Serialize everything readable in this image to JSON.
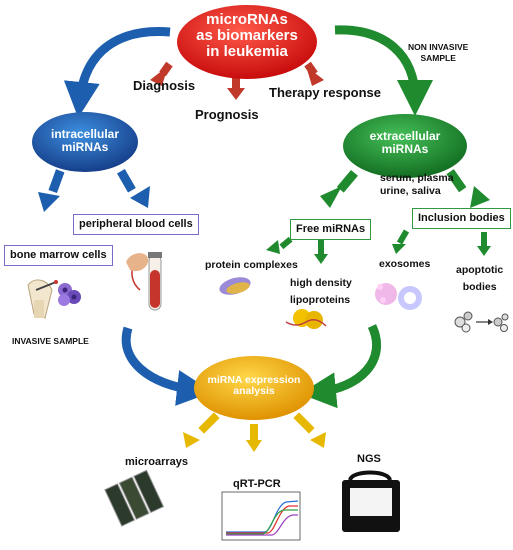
{
  "title": "microRNAs as biomarkers in leukemia",
  "title_lines": [
    "microRNAs",
    "as biomarkers",
    "in leukemia"
  ],
  "uses": {
    "diagnosis": "Diagnosis",
    "prognosis": "Prognosis",
    "therapy": "Therapy response"
  },
  "non_invasive": [
    "NON INVASIVE",
    "SAMPLE"
  ],
  "invasive": "INVASIVE SAMPLE",
  "intracellular": [
    "intracellular",
    "miRNAs"
  ],
  "extracellular": [
    "extracellular",
    "miRNAs"
  ],
  "fluids": [
    "serum, plasma",
    "urine, saliva"
  ],
  "peripheral": "peripheral blood cells",
  "bone_marrow": "bone marrow cells",
  "free_mirnas": "Free miRNAs",
  "inclusion": "Inclusion bodies",
  "protein_complexes": "protein complexes",
  "hdl": [
    "high density",
    "lipoproteins"
  ],
  "exosomes": "exosomes",
  "apoptotic": [
    "apoptotic",
    "bodies"
  ],
  "analysis": [
    "miRNA expression",
    "analysis"
  ],
  "methods": {
    "microarrays": "microarrays",
    "qrtpcr": "qRT-PCR",
    "ngs": "NGS"
  },
  "colors": {
    "red": "#d81818",
    "blue": "#1d5fae",
    "green": "#1f8a2e",
    "gold": "#e7a400",
    "arrow_red": "#c0392b",
    "arrow_gold": "#e6b800"
  }
}
